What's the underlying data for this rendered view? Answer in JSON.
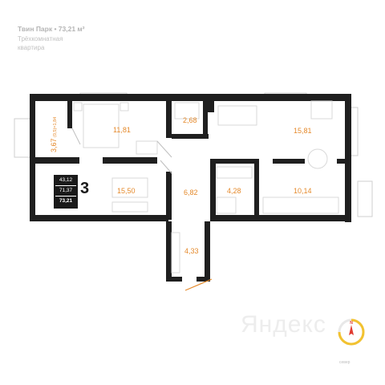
{
  "header": {
    "title": "Твин Парк • 73,21 м²",
    "subtitle_line1": "Трёхкомнатная",
    "subtitle_line2": "квартира"
  },
  "rooms": {
    "bedroom": "11,81",
    "bathroom_top": "2,68",
    "living_kitchen": "15,81",
    "balcony": "3,67",
    "balcony_coeff": "(0,5)=1,84",
    "bedroom_2": "15,50",
    "hall": "6,82",
    "bathroom_2": "4,28",
    "kitchen_2": "10,14",
    "corridor": "4,33"
  },
  "summary": {
    "living_area": "43,12",
    "area_without_balcony": "71,37",
    "total_area": "73,21",
    "rooms_count": "3"
  },
  "watermark": "Яндекс",
  "compass": {
    "north_label": "N",
    "label": "север"
  },
  "colors": {
    "wall": "#1f1f1f",
    "accent": "#e58a2c",
    "furniture": "#d9d9d9"
  }
}
